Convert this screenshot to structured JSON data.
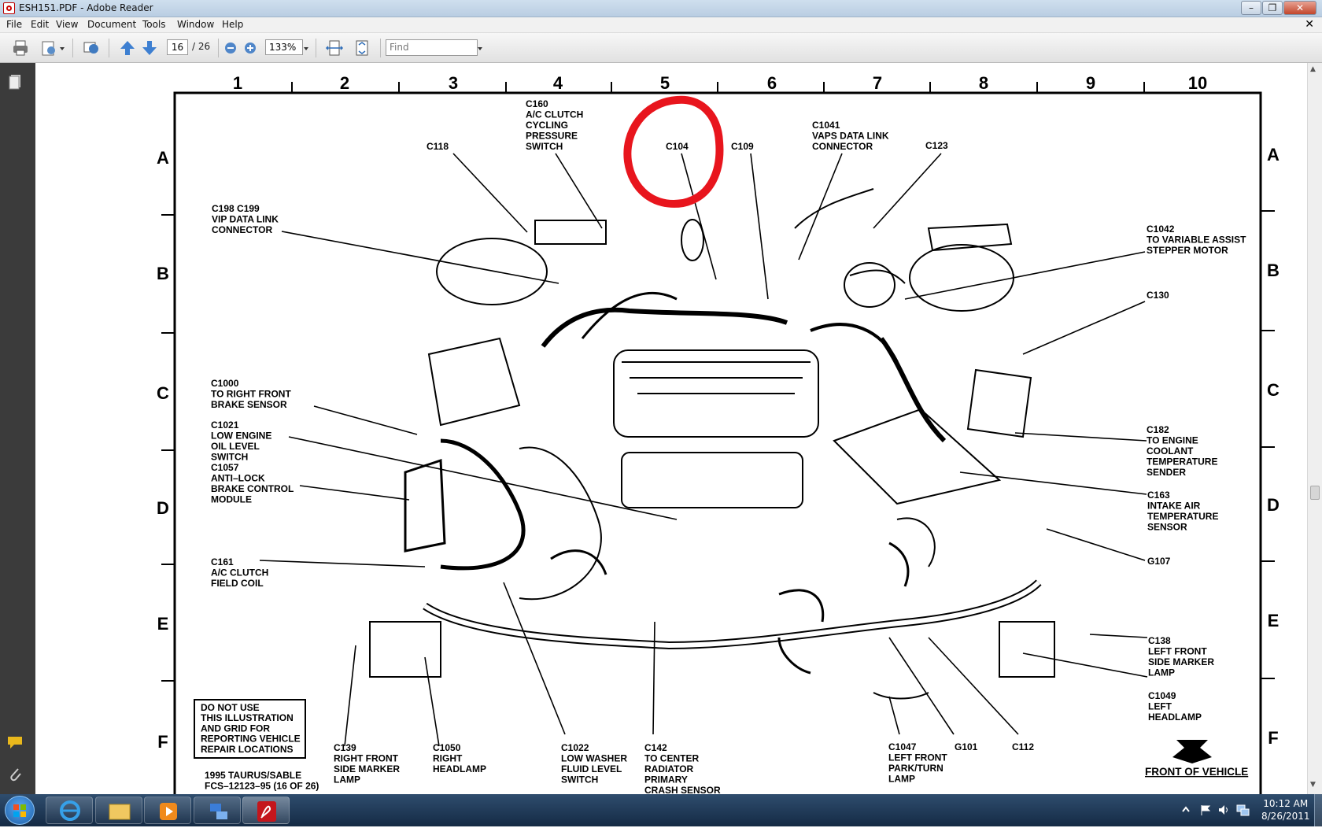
{
  "window": {
    "title": "ESH151.PDF - Adobe Reader"
  },
  "menu": [
    "File",
    "Edit",
    "View",
    "Document",
    "Tools",
    "Window",
    "Help"
  ],
  "toolbar": {
    "page_current": "16",
    "page_total": "/ 26",
    "zoom": "133%",
    "find_placeholder": "Find"
  },
  "diagram": {
    "columns": [
      "1",
      "2",
      "3",
      "4",
      "5",
      "6",
      "7",
      "8",
      "9",
      "10"
    ],
    "rows": [
      "A",
      "B",
      "C",
      "D",
      "E",
      "F"
    ],
    "labels": {
      "c160": [
        "C160",
        "A/C CLUTCH",
        "CYCLING",
        "PRESSURE",
        "SWITCH"
      ],
      "c118": [
        "C118"
      ],
      "c104": [
        "C104"
      ],
      "c109": [
        "C109"
      ],
      "c1041": [
        "C1041",
        "VAPS DATA LINK",
        "CONNECTOR"
      ],
      "c123": [
        "C123"
      ],
      "c198": [
        "C198 C199",
        "VIP DATA LINK",
        "CONNECTOR"
      ],
      "c1042": [
        "C1042",
        "TO VARIABLE ASSIST",
        "STEPPER MOTOR"
      ],
      "c130": [
        "C130"
      ],
      "c1000": [
        "C1000",
        "TO RIGHT FRONT",
        "BRAKE SENSOR"
      ],
      "c1021": [
        "C1021",
        "LOW ENGINE",
        "OIL LEVEL",
        "SWITCH"
      ],
      "c1057": [
        "C1057",
        "ANTI–LOCK",
        "BRAKE CONTROL",
        "MODULE"
      ],
      "c182": [
        "C182",
        "TO ENGINE",
        "COOLANT",
        "TEMPERATURE",
        "SENDER"
      ],
      "c163": [
        "C163",
        "INTAKE AIR",
        "TEMPERATURE",
        "SENSOR"
      ],
      "g107": [
        "G107"
      ],
      "c161": [
        "C161",
        "A/C CLUTCH",
        "FIELD COIL"
      ],
      "c138": [
        "C138",
        "LEFT FRONT",
        "SIDE MARKER",
        "LAMP"
      ],
      "c1049": [
        "C1049",
        "LEFT",
        "HEADLAMP"
      ],
      "c139": [
        "C139",
        "RIGHT FRONT",
        "SIDE MARKER",
        "LAMP"
      ],
      "c1050": [
        "C1050",
        "RIGHT",
        "HEADLAMP"
      ],
      "c1022": [
        "C1022",
        "LOW WASHER",
        "FLUID LEVEL",
        "SWITCH"
      ],
      "c142": [
        "C142",
        "TO CENTER",
        "RADIATOR",
        "PRIMARY",
        "CRASH SENSOR"
      ],
      "c1047": [
        "C1047",
        "LEFT FRONT",
        "PARK/TURN",
        "LAMP"
      ],
      "g101": [
        "G101"
      ],
      "c112": [
        "C112"
      ],
      "disclaimer": [
        "DO NOT USE",
        "THIS ILLUSTRATION",
        "AND GRID FOR",
        "REPORTING VEHICLE",
        "REPAIR LOCATIONS"
      ],
      "footer": [
        "1995 TAURUS/SABLE",
        "FCS–12123–95 (16 OF 26)"
      ],
      "front": [
        "FRONT OF VEHICLE"
      ]
    }
  },
  "clock": {
    "time": "10:12 AM",
    "date": "8/26/2011"
  },
  "colors": {
    "highlight_circle": "#e8151d",
    "sidebar": "#3b3b3b",
    "taskbar": "#1d3553"
  }
}
